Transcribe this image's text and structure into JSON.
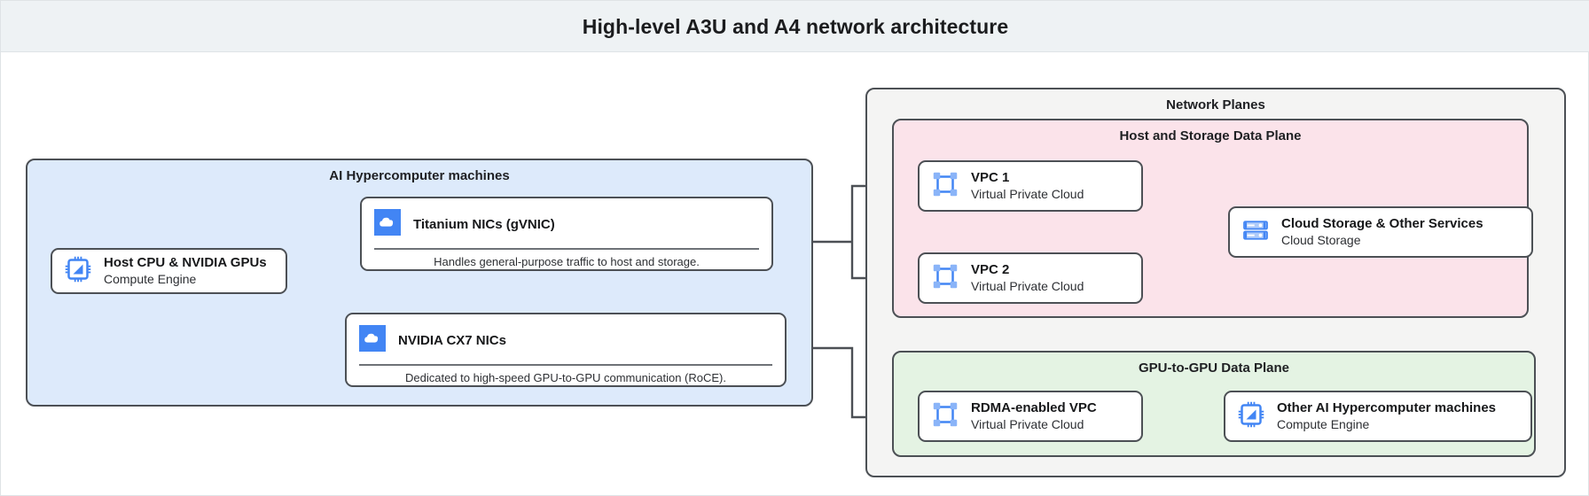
{
  "header": {
    "title": "High-level A3U and A4 network architecture"
  },
  "left_panel": {
    "title": "AI Hypercomputer machines",
    "host": {
      "name": "Host CPU & NVIDIA GPUs",
      "service": "Compute Engine",
      "icon": "chip-icon"
    },
    "cards": [
      {
        "name": "Titanium NICs (gVNIC)",
        "description": "Handles general-purpose traffic to host and storage.",
        "icon": "cloud-icon"
      },
      {
        "name": "NVIDIA CX7 NICs",
        "description": "Dedicated to high-speed GPU-to-GPU communication (RoCE).",
        "icon": "cloud-icon"
      }
    ]
  },
  "network_planes": {
    "title": "Network Planes",
    "host_storage_plane": {
      "title": "Host and Storage Data Plane",
      "nodes": [
        {
          "name": "VPC 1",
          "service": "Virtual Private Cloud",
          "icon": "vpc-icon"
        },
        {
          "name": "VPC 2",
          "service": "Virtual Private Cloud",
          "icon": "vpc-icon"
        },
        {
          "name": "Cloud Storage & Other Services",
          "service": "Cloud Storage",
          "icon": "storage-icon"
        }
      ]
    },
    "gpu_plane": {
      "title": "GPU-to-GPU Data Plane",
      "nodes": [
        {
          "name": "RDMA-enabled VPC",
          "service": "Virtual Private Cloud",
          "icon": "vpc-icon"
        },
        {
          "name": "Other AI Hypercomputer machines",
          "service": "Compute Engine",
          "icon": "chip-icon"
        }
      ]
    }
  },
  "colors": {
    "title_bar": "#eef2f4",
    "machines_panel": "#ddeafb",
    "planes_panel": "#f4f4f3",
    "host_storage_panel": "#fbe3ea",
    "gpu_panel": "#e4f3e3",
    "icon_blue": "#4285f4",
    "icon_blue_light": "#8ab4f8",
    "stroke": "#4c5055"
  }
}
